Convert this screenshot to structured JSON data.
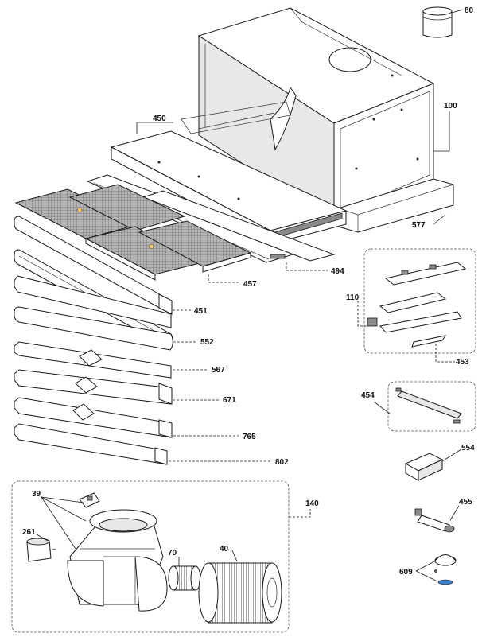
{
  "labels": {
    "p80": "80",
    "p100": "100",
    "p450": "450",
    "p577": "577",
    "p494": "494",
    "p457": "457",
    "p451": "451",
    "p110": "110",
    "p552": "552",
    "p453": "453",
    "p567": "567",
    "p671": "671",
    "p454": "454",
    "p765": "765",
    "p802": "802",
    "p554": "554",
    "p140": "140",
    "p39": "39",
    "p455": "455",
    "p261": "261",
    "p70": "70",
    "p40": "40",
    "p609": "609"
  }
}
